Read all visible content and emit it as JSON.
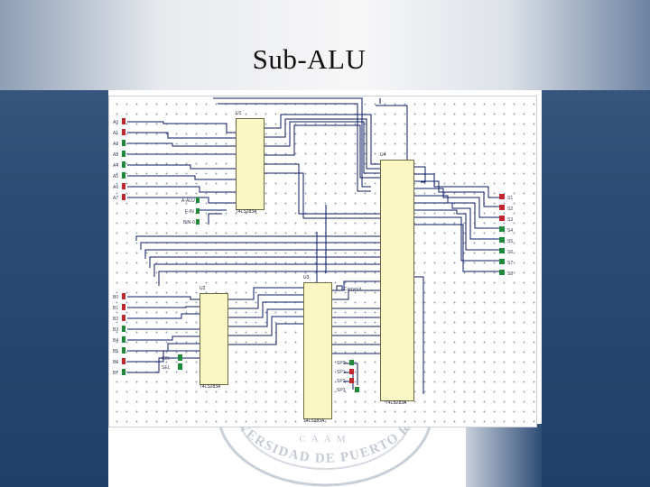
{
  "slide": {
    "title": "Sub-ALU"
  },
  "schematic": {
    "chips": [
      {
        "id": "U1",
        "caption": "U1",
        "part": "74LS283A"
      },
      {
        "id": "U2",
        "caption": "U2",
        "part": "74LS283A"
      },
      {
        "id": "U3",
        "caption": "U3",
        "part": "74LS283A"
      },
      {
        "id": "U4",
        "caption": "U4",
        "part": "74LS283A"
      }
    ],
    "control_inputs": [
      "A-ALU",
      "F-IN",
      "BIN-0"
    ],
    "carry_inputs": [
      "CIN",
      "SEL"
    ],
    "top_outputs": [
      "Carryout"
    ],
    "output_probes": [
      "S1",
      "S2",
      "S3",
      "S4",
      "S5",
      "S6",
      "S7",
      "S8"
    ],
    "bottom_controls": [
      "SP0",
      "SP1",
      "SP2",
      "SP3"
    ]
  },
  "seal": {
    "text_top": "CAAM",
    "text_arc": "UNIVERSIDAD DE PUERTO RICO"
  },
  "colors": {
    "frame_blue": "#2d4c75",
    "wire": "#0a1a66",
    "chip_fill": "#fbf7c4",
    "input_red": "#c0272d",
    "input_green": "#1d8a3a"
  }
}
